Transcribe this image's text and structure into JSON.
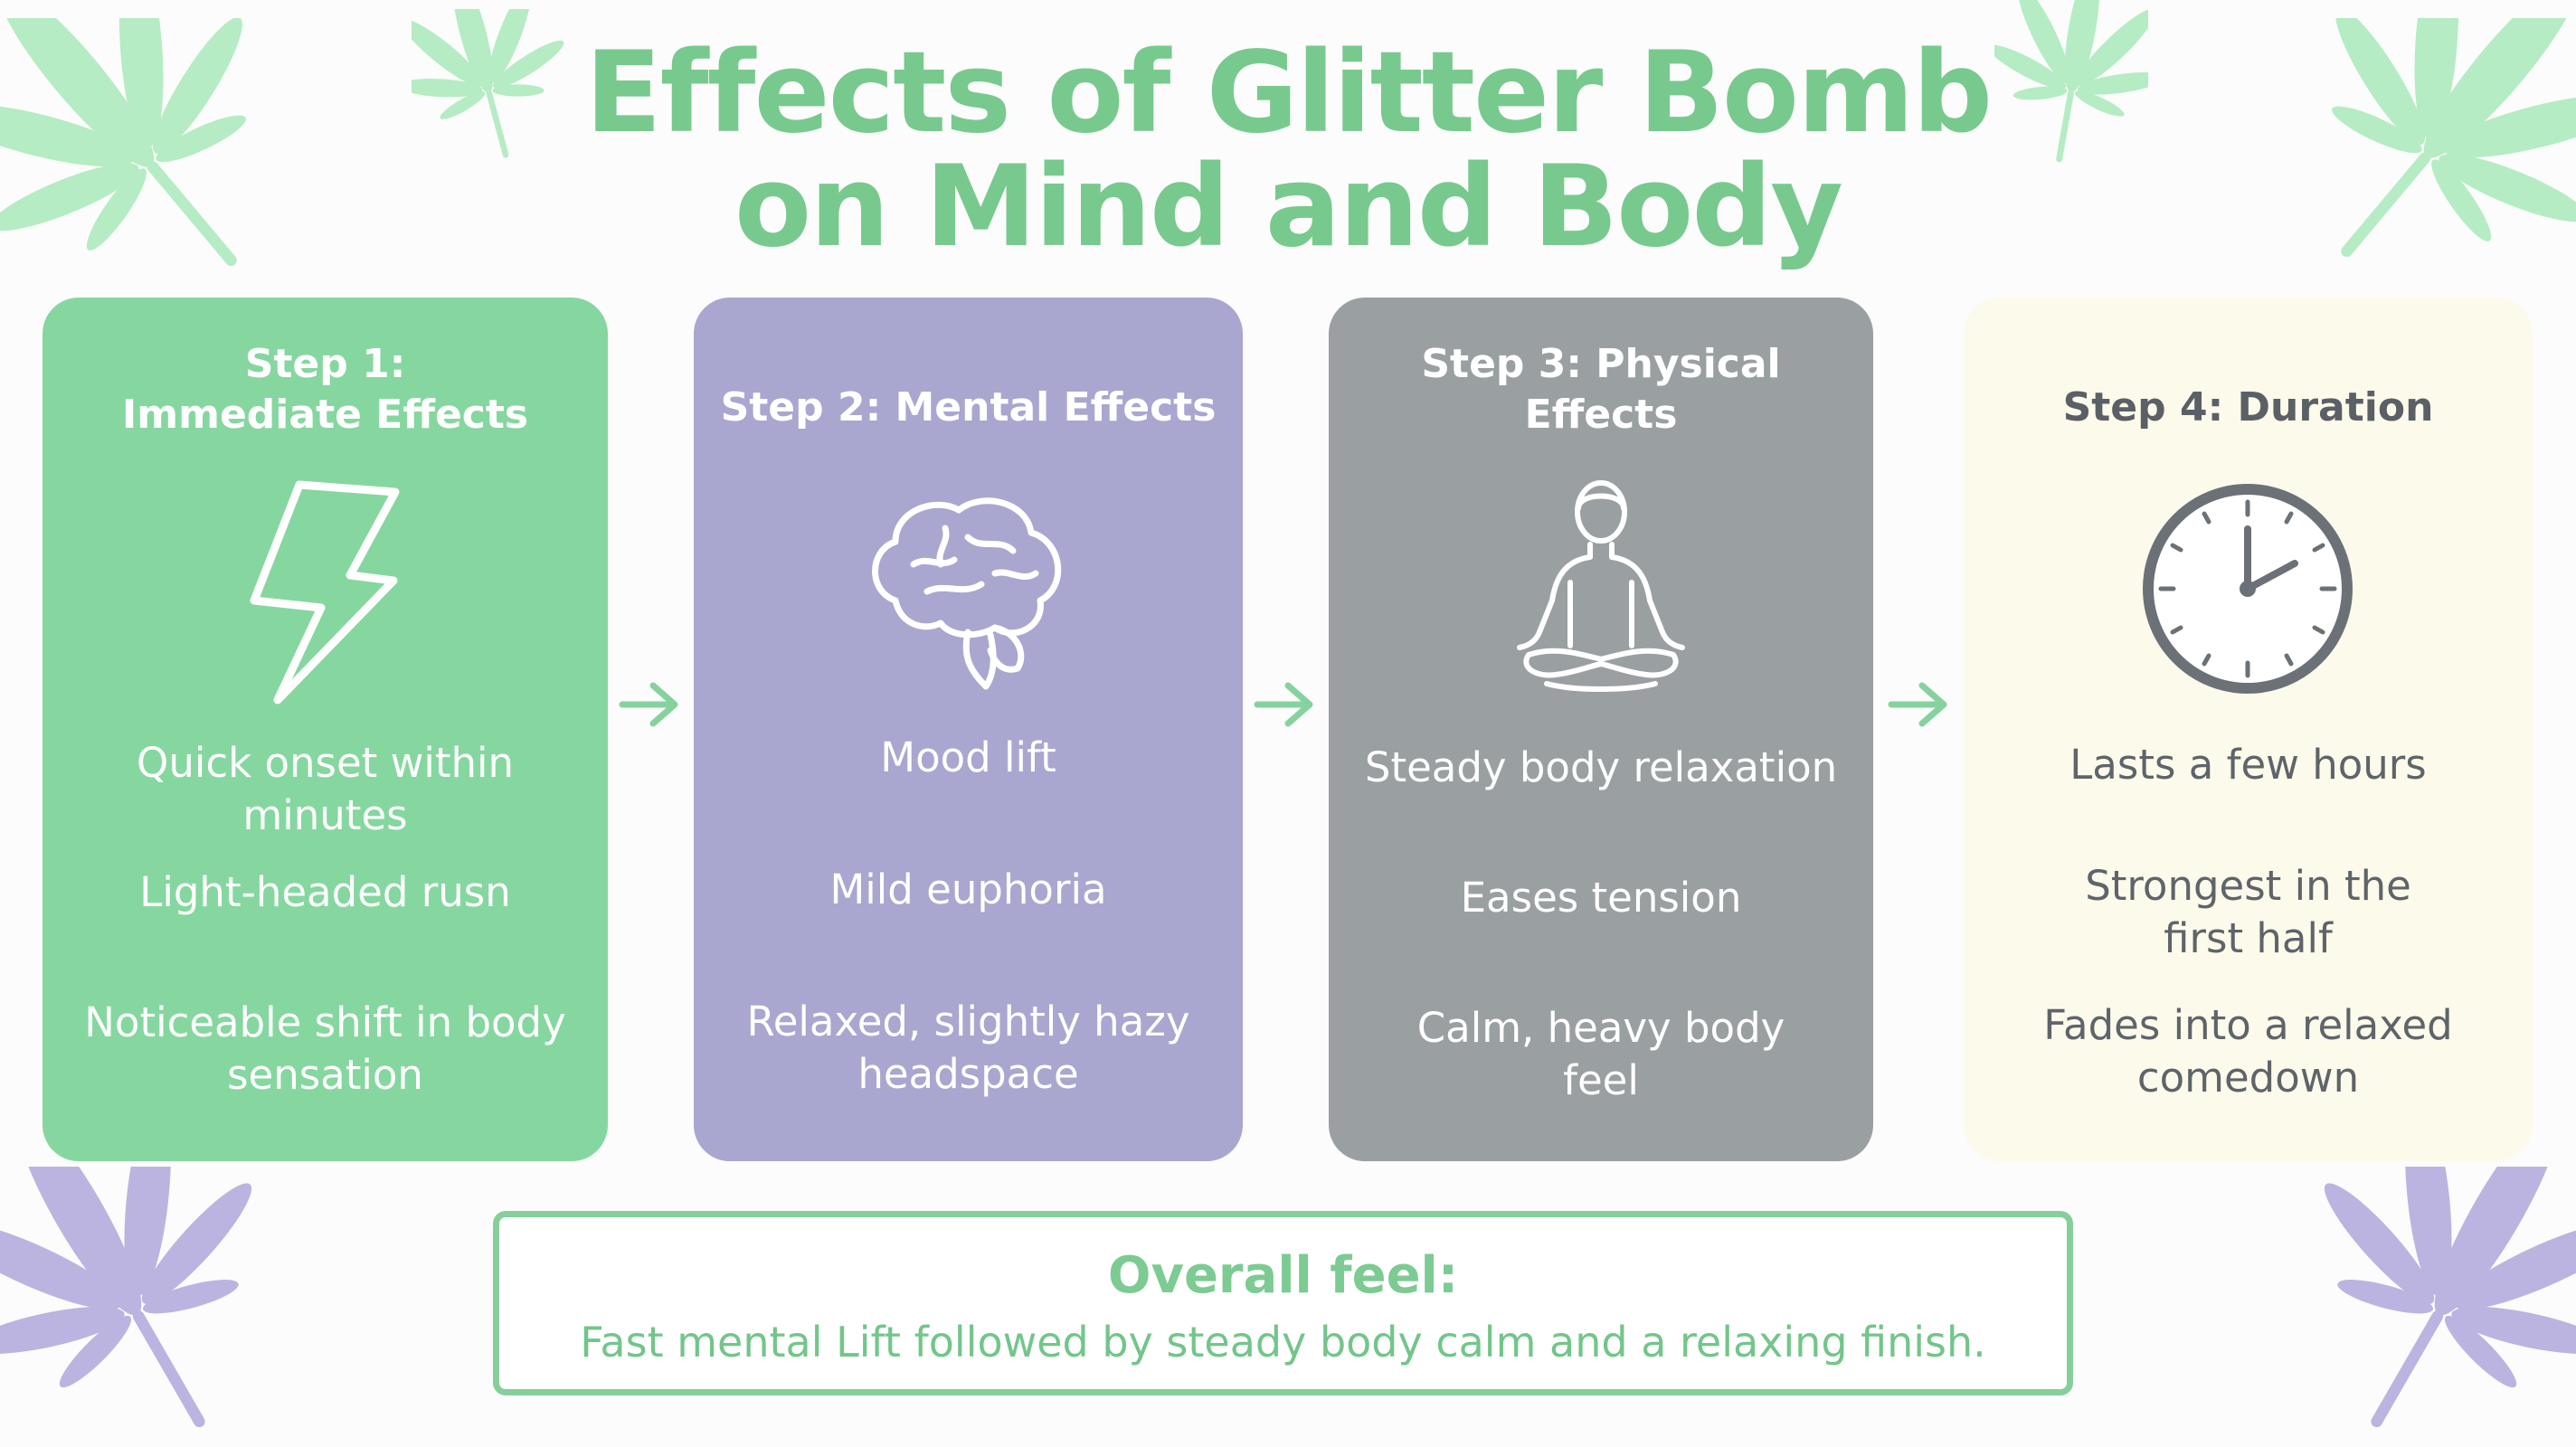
{
  "title": {
    "line1": "Effects of Glitter Bomb",
    "line2": "on Mind and Body"
  },
  "steps": [
    {
      "title_line1": "Step 1:",
      "title_line2": "Immediate Effects",
      "icon": "lightning-bolt-icon",
      "items": [
        {
          "line1": "Quick onset within minutes",
          "line2": ""
        },
        {
          "line1": "Light-headed rusn",
          "line2": ""
        },
        {
          "line1": "Noticeable shift in body",
          "line2": "sensation"
        }
      ]
    },
    {
      "title_line1": "Step 2: Mental Effects",
      "title_line2": "",
      "icon": "brain-icon",
      "items": [
        {
          "line1": "Mood lift",
          "line2": ""
        },
        {
          "line1": "Mild euphoria",
          "line2": ""
        },
        {
          "line1": "Relaxed, slightly hazy",
          "line2": "headspace"
        }
      ]
    },
    {
      "title_line1": "Step 3: Physical",
      "title_line2": "Effects",
      "icon": "meditating-person-icon",
      "items": [
        {
          "line1": "Steady body relaxation",
          "line2": ""
        },
        {
          "line1": "Eases tension",
          "line2": ""
        },
        {
          "line1": "Calm, heavy body",
          "line2": "feel"
        }
      ]
    },
    {
      "title_line1": "Step 4: Duration",
      "title_line2": "",
      "icon": "clock-icon",
      "items": [
        {
          "line1": "Lasts a few hours",
          "line2": ""
        },
        {
          "line1": "Strongest in the",
          "line2": "first half"
        },
        {
          "line1": "Fades into a relaxed",
          "line2": "comedown"
        }
      ]
    }
  ],
  "summary": {
    "title": "Overall feel:",
    "text": "Fast mental Lift followed by steady body calm and a relaxing finish."
  },
  "colors": {
    "green": "#85d79f",
    "purple": "#a9a6cf",
    "gray": "#9aa0a2",
    "cream": "#fcfbeb",
    "title_green": "#78c98e",
    "leaf_green": "#b5ecc3",
    "leaf_purple": "#bbb4e0"
  }
}
